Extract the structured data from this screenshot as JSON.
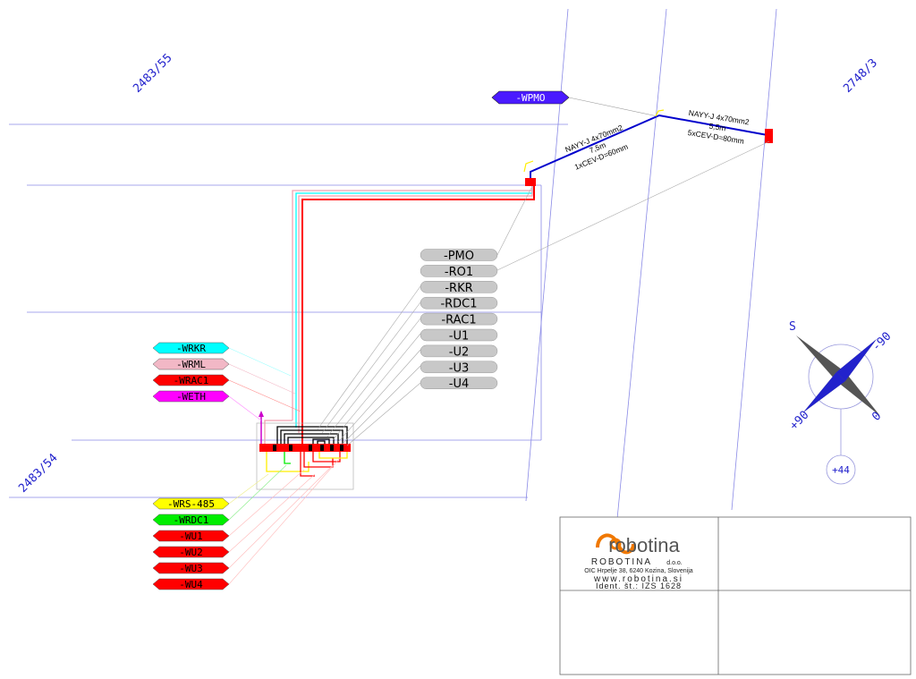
{
  "parcels": [
    "2483/55",
    "2748/3",
    "2483/54"
  ],
  "upper_tag": {
    "label": "-WPMO",
    "color": "#4a1aff"
  },
  "cables": [
    {
      "type": "NAYY-J 4x70mm2",
      "length": "7,5m",
      "conduit": "1xCEV-D=60mm"
    },
    {
      "type": "NAYY-J 4x70mm2",
      "length": "5,5m",
      "conduit": "5xCEV-D=80mm"
    }
  ],
  "device_tags": [
    "-PMO",
    "-RO1",
    "-RKR",
    "-RDC1",
    "-RAC1",
    "-U1",
    "-U2",
    "-U3",
    "-U4"
  ],
  "left_tags_top": [
    {
      "label": "-WRKR",
      "color": "#00ffff"
    },
    {
      "label": "-WRML",
      "color": "#f2b8c6"
    },
    {
      "label": "-WRAC1",
      "color": "#ff0000"
    },
    {
      "label": "-WETH",
      "color": "#ff00ff"
    }
  ],
  "left_tags_bottom": [
    {
      "label": "-WRS-485",
      "color": "#ffff00"
    },
    {
      "label": "-WRDC1",
      "color": "#00ee00"
    },
    {
      "label": "-WU1",
      "color": "#ff0000"
    },
    {
      "label": "-WU2",
      "color": "#ff0000"
    },
    {
      "label": "-WU3",
      "color": "#ff0000"
    },
    {
      "label": "-WU4",
      "color": "#ff0000"
    }
  ],
  "compass": {
    "labels": [
      "S",
      "-90",
      "+90",
      "0"
    ],
    "level": "+44"
  },
  "title_block": {
    "logo_text": "robotina",
    "company": "ROBOTINA",
    "company_suffix": "d.o.o.",
    "address": "OIC Hrpelje 38, 6240 Kozina, Slovenija",
    "website": "www.robotina.si",
    "ident": "Ident. št.: IZS 1628"
  },
  "colors": {
    "parcel_text": "#2222cc",
    "cable_route": "#0000cc",
    "logo_orange": "#f07800",
    "tag_gray": "#c8c8c8"
  }
}
